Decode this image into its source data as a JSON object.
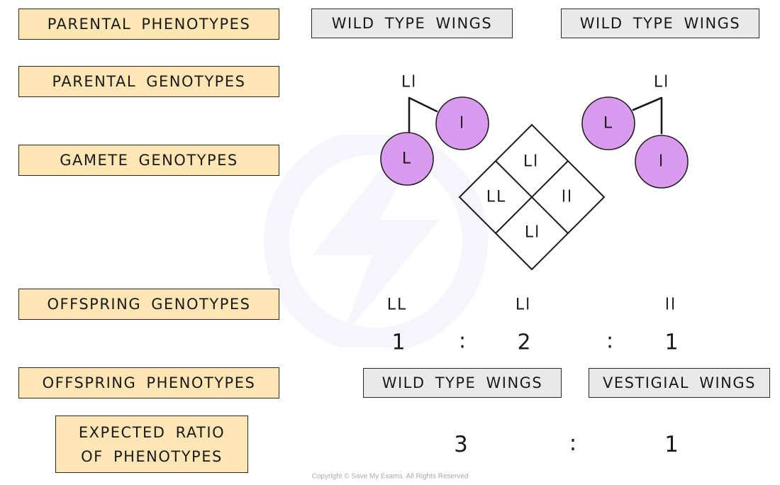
{
  "row_labels": {
    "parental_phenotypes": "PARENTAL PHENOTYPES",
    "parental_genotypes": "PARENTAL GENOTYPES",
    "gamete_genotypes": "GAMETE GENOTYPES",
    "offspring_genotypes": "OFFSPRING GENOTYPES",
    "offspring_phenotypes": "OFFSPRING PHENOTYPES",
    "expected_ratio_line1": "EXPECTED RATIO",
    "expected_ratio_line2": "OF PHENOTYPES"
  },
  "parents": [
    {
      "phenotype": "WILD TYPE WINGS",
      "genotype": "Ll",
      "gametes": [
        "l",
        "L"
      ]
    },
    {
      "phenotype": "WILD TYPE WINGS",
      "genotype": "Ll",
      "gametes": [
        "L",
        "l"
      ]
    }
  ],
  "punnett": {
    "top": "Ll",
    "left": "LL",
    "right": "ll",
    "bottom": "Ll"
  },
  "offspring_genotypes": {
    "items": [
      "LL",
      "Ll",
      "ll"
    ],
    "ratio": [
      "1",
      "2",
      "1"
    ],
    "separator": ":"
  },
  "offspring_phenotypes": {
    "items": [
      "WILD TYPE WINGS",
      "VESTIGIAL WINGS"
    ],
    "ratio": [
      "3",
      "1"
    ],
    "separator": ":"
  },
  "copyright": "Copyright © Save My Exams. All Rights Reserved",
  "colors": {
    "label_fill": "#fde6b4",
    "phenotype_fill": "#e9e9e9",
    "gamete_fill": "#d99af0"
  }
}
